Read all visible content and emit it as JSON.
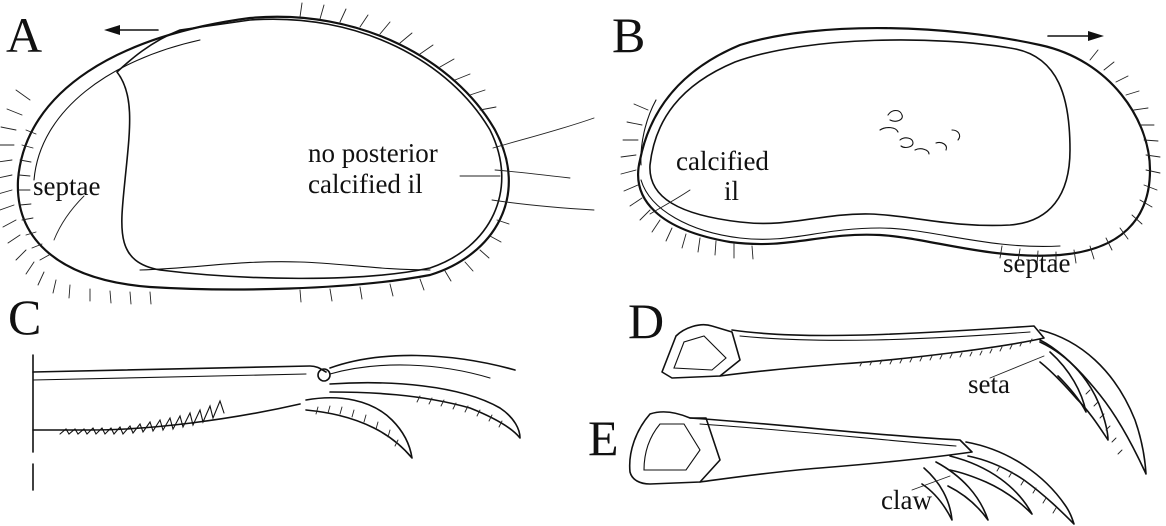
{
  "panels": {
    "a": {
      "letter": "A",
      "labels": {
        "septae": "septae",
        "posterior_line1": "no posterior",
        "posterior_line2": "calcified il"
      }
    },
    "b": {
      "letter": "B",
      "labels": {
        "calcified_line1": "calcified",
        "calcified_line2": "il",
        "septae": "septae"
      }
    },
    "c": {
      "letter": "C"
    },
    "d": {
      "letter": "D",
      "labels": {
        "seta": "seta"
      }
    },
    "e": {
      "letter": "E",
      "labels": {
        "claw": "claw"
      }
    }
  }
}
